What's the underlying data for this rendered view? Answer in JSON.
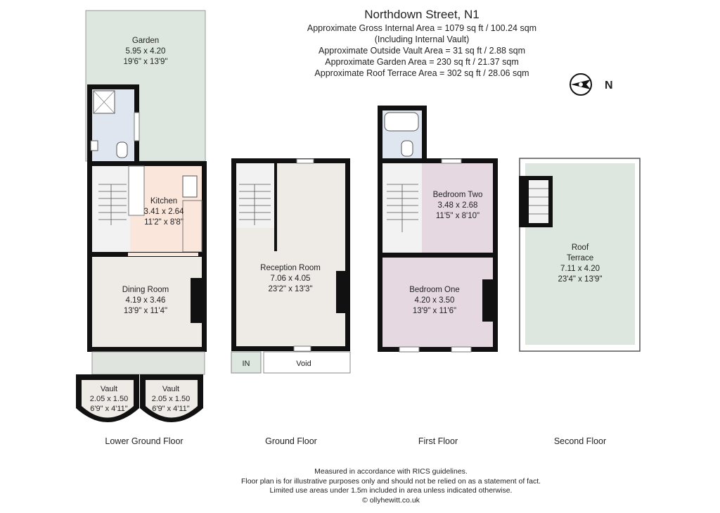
{
  "header": {
    "title": "Northdown Street, N1",
    "lines": [
      "Approximate Gross Internal Area = 1079 sq ft / 100.24 sqm",
      "(Including Internal Vault)",
      "Approximate Outside Vault Area = 31 sq ft / 2.88 sqm",
      "Approximate Garden Area = 230 sq ft / 21.37 sqm",
      "Approximate Roof Terrace Area = 302 sq ft / 28.06 sqm"
    ]
  },
  "compass": {
    "label": "N",
    "icon": "compass-icon"
  },
  "floors": {
    "lower_ground": {
      "label": "Lower Ground Floor",
      "garden": {
        "name": "Garden",
        "metric": "5.95 x 4.20",
        "imperial": "19'6\" x 13'9\""
      },
      "kitchen": {
        "name": "Kitchen",
        "metric": "3.41 x 2.64",
        "imperial": "11'2\" x 8'8\""
      },
      "dining": {
        "name": "Dining Room",
        "metric": "4.19 x 3.46",
        "imperial": "13'9\" x 11'4\""
      },
      "vault1": {
        "name": "Vault",
        "metric": "2.05 x 1.50",
        "imperial": "6'9\" x 4'11\""
      },
      "vault2": {
        "name": "Vault",
        "metric": "2.05 x 1.50",
        "imperial": "6'9\" x 4'11\""
      }
    },
    "ground": {
      "label": "Ground Floor",
      "reception": {
        "name": "Reception Room",
        "metric": "7.06 x 4.05",
        "imperial": "23'2\" x 13'3\""
      },
      "entrance": "IN",
      "void": "Void"
    },
    "first": {
      "label": "First Floor",
      "bedroom_two": {
        "name": "Bedroom Two",
        "metric": "3.48 x 2.68",
        "imperial": "11'5\" x 8'10\""
      },
      "bedroom_one": {
        "name": "Bedroom One",
        "metric": "4.20 x 3.50",
        "imperial": "13'9\" x 11'6\""
      }
    },
    "second": {
      "label": "Second Floor",
      "terrace": {
        "name": "Roof",
        "name2": "Terrace",
        "metric": "7.11 x 4.20",
        "imperial": "23'4\" x 13'9\""
      }
    }
  },
  "footer": {
    "lines": [
      "Measured in accordance with RICS guidelines.",
      "Floor plan is for illustrative purposes only and should not be relied on as a statement of fact.",
      "Limited use areas under 1.5m included in area unless indicated otherwise.",
      "© ollyhewitt.co.uk"
    ]
  },
  "colors": {
    "wall": "#111111",
    "garden": "#dde7df",
    "bathroom": "#dfe6ef",
    "kitchen": "#fbe6dc",
    "room": "#eeebe7",
    "bedroom": "#e5d8e1",
    "stairs": "#f2f2f2",
    "entrance": "#dde7df"
  }
}
